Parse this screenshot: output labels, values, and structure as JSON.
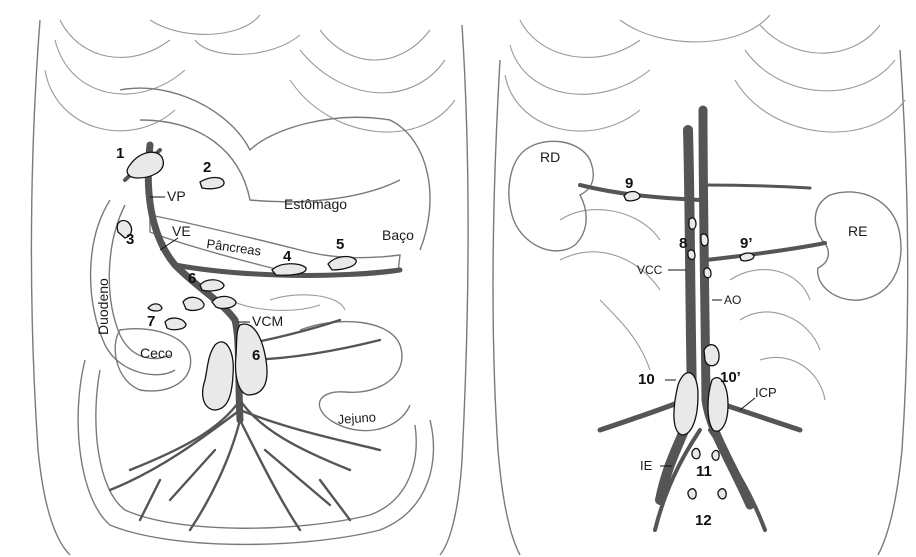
{
  "left_panel": {
    "labels": {
      "n1": "1",
      "n2": "2",
      "n3": "3",
      "n4": "4",
      "n5": "5",
      "n6a": "6",
      "n6b": "6",
      "n7": "7",
      "vp": "VP",
      "ve": "VE",
      "vcm": "VCM",
      "estomago": "Estômago",
      "pancreas": "Pâncreas",
      "baco": "Baço",
      "duodeno": "Duodeno",
      "ceco": "Ceco",
      "jejuno": "Jejuno"
    }
  },
  "right_panel": {
    "labels": {
      "rd": "RD",
      "re": "RE",
      "n8": "8",
      "n9": "9",
      "n9p": "9’",
      "vcc": "VCC",
      "ao": "AO",
      "n10": "10",
      "n10p": "10’",
      "icp": "ICP",
      "ie": "IE",
      "n11": "11",
      "n12": "12"
    }
  }
}
